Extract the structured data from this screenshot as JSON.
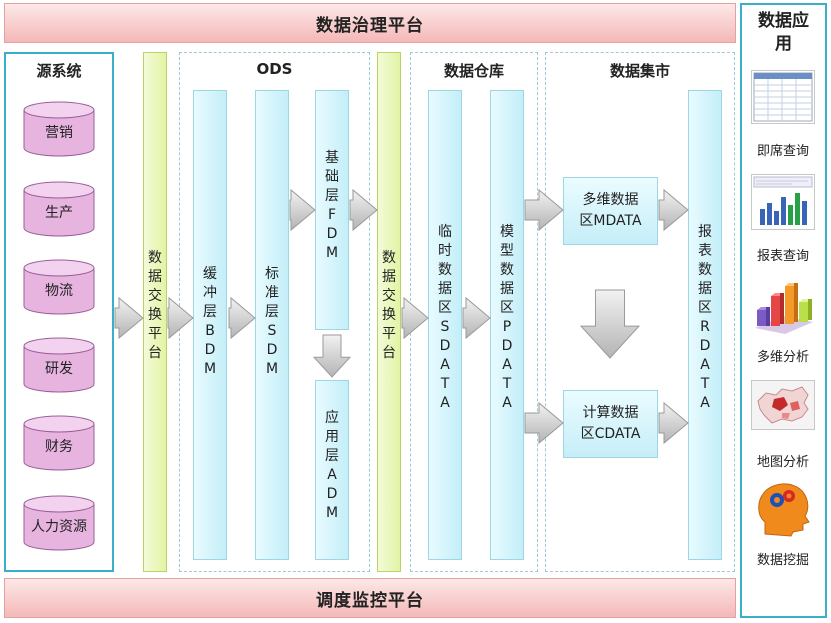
{
  "top_band": "数据治理平台",
  "bottom_band": "调度监控平台",
  "source": {
    "title": "源系统",
    "items": [
      "营销",
      "生产",
      "物流",
      "研发",
      "财务",
      "人力资源"
    ]
  },
  "exchange_label": "数据交换平台",
  "ods": {
    "title": "ODS",
    "bdm": "缓冲层BDM",
    "sdm": "标准层SDM",
    "fdm": "基础层FDM",
    "adm": "应用层ADM"
  },
  "warehouse": {
    "title": "数据仓库",
    "sdata": "临时数据区SDATA",
    "pdata": "模型数据区PDATA"
  },
  "mart": {
    "title": "数据集市",
    "mdata_line1": "多维数据",
    "mdata_line2": "区MDATA",
    "cdata_line1": "计算数据",
    "cdata_line2": "区CDATA",
    "rdata": "报表数据区RDATA"
  },
  "apps": {
    "title_line1": "数据应",
    "title_line2": "用",
    "items": [
      {
        "label": "即席查询",
        "icon": "spreadsheet-icon"
      },
      {
        "label": "报表查询",
        "icon": "bar-report-icon"
      },
      {
        "label": "多维分析",
        "icon": "3d-bar-chart-icon"
      },
      {
        "label": "地图分析",
        "icon": "china-map-icon"
      },
      {
        "label": "数据挖掘",
        "icon": "head-gears-icon"
      }
    ]
  },
  "colors": {
    "band": "#f4b8b8",
    "border_teal": "#3ab0c8",
    "exchange_green": "#e2f4a4",
    "layer_cyan": "#c4eef8",
    "cylinder": "#e7b4e0",
    "arrow_gray": "#c8c8c8"
  }
}
